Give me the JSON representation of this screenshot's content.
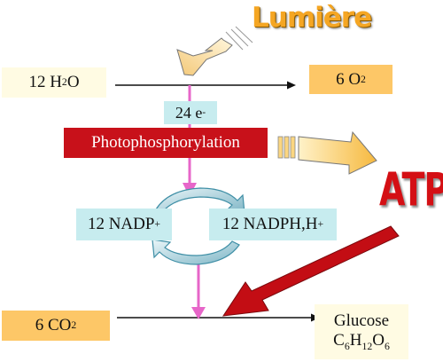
{
  "light_label": "Lumière",
  "atp_label": "ATP",
  "water": {
    "coef": "12 H",
    "sub": "2",
    "tail": "O"
  },
  "oxygen": {
    "coef": "6 O",
    "sub": "2"
  },
  "electrons": {
    "text": "24 e",
    "sup": "-"
  },
  "process_label": "Photophosphorylation",
  "nadp": {
    "text": "12 NADP",
    "sup": "+"
  },
  "nadph": {
    "text": "12 NADPH,H",
    "sup": "+"
  },
  "co2": {
    "coef": "6 CO",
    "sub": "2"
  },
  "glucose": {
    "name": "Glucose",
    "formula": [
      {
        "t": "C"
      },
      {
        "s": "6"
      },
      {
        "t": "H"
      },
      {
        "s": "12"
      },
      {
        "t": "O"
      },
      {
        "s": "6"
      }
    ]
  },
  "colors": {
    "reaction_arrow": "#111111",
    "electron_flow": "#e766c9",
    "cycle_arrow": "#3f8fa6",
    "light_arrow_fill": "#f7d48a",
    "atp_arrow_fill": "#fbcc63",
    "atp_to_glucose_arrow": "#c30d14"
  }
}
